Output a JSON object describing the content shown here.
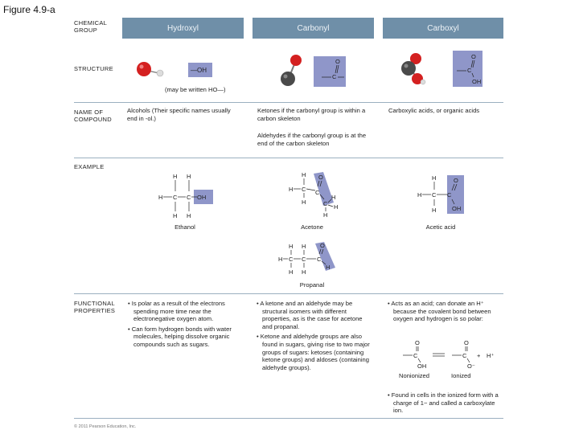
{
  "figure_title": "Figure 4.9-a",
  "labels": {
    "chemical_group": "CHEMICAL GROUP",
    "structure": "STRUCTURE",
    "name_of_compound": "NAME OF COMPOUND",
    "example": "EXAMPLE",
    "functional_properties": "FUNCTIONAL PROPERTIES"
  },
  "columns": {
    "hydroxyl": {
      "header": "Hydroxyl",
      "structure_formula": "—OH",
      "structure_note": "(may be written HO—)",
      "name": "Alcohols (Their specific names usually end in -ol.)",
      "example_name": "Ethanol",
      "properties": [
        "• Is polar as a result of the electrons spending more time near the electronegative oxygen atom.",
        "• Can form hydrogen bonds with water molecules, helping dissolve organic compounds such as sugars."
      ]
    },
    "carbonyl": {
      "header": "Carbonyl",
      "name": "Ketones if the carbonyl group is within a carbon skeleton",
      "name2": "Aldehydes if the carbonyl group is at the end of the carbon skeleton",
      "example_name": "Acetone",
      "example_name2": "Propanal",
      "properties": [
        "• A ketone and an aldehyde may be structural isomers with different properties, as is the case for acetone and propanal.",
        "• Ketone and aldehyde groups are also found in sugars, giving rise to two major groups of sugars: ketoses (containing ketone groups) and aldoses (containing aldehyde groups)."
      ]
    },
    "carboxyl": {
      "header": "Carboxyl",
      "name": "Carboxylic acids, or organic acids",
      "example_name": "Acetic acid",
      "properties": [
        "• Acts as an acid; can donate an H⁺ because the covalent bond between oxygen and hydrogen is so polar:"
      ],
      "nonionized": "Nonionized",
      "ionized": "Ionized",
      "properties2": "• Found in cells in the ionized form with a charge of 1− and called a carboxylate ion."
    }
  },
  "copyright": "© 2011 Pearson Education, Inc.",
  "colors": {
    "header_bg": "#6f8fa8",
    "highlight": "#8f96c9",
    "oxygen": "#d42020",
    "carbon": "#4a4a4a",
    "hydrogen": "#e6e6e6"
  }
}
